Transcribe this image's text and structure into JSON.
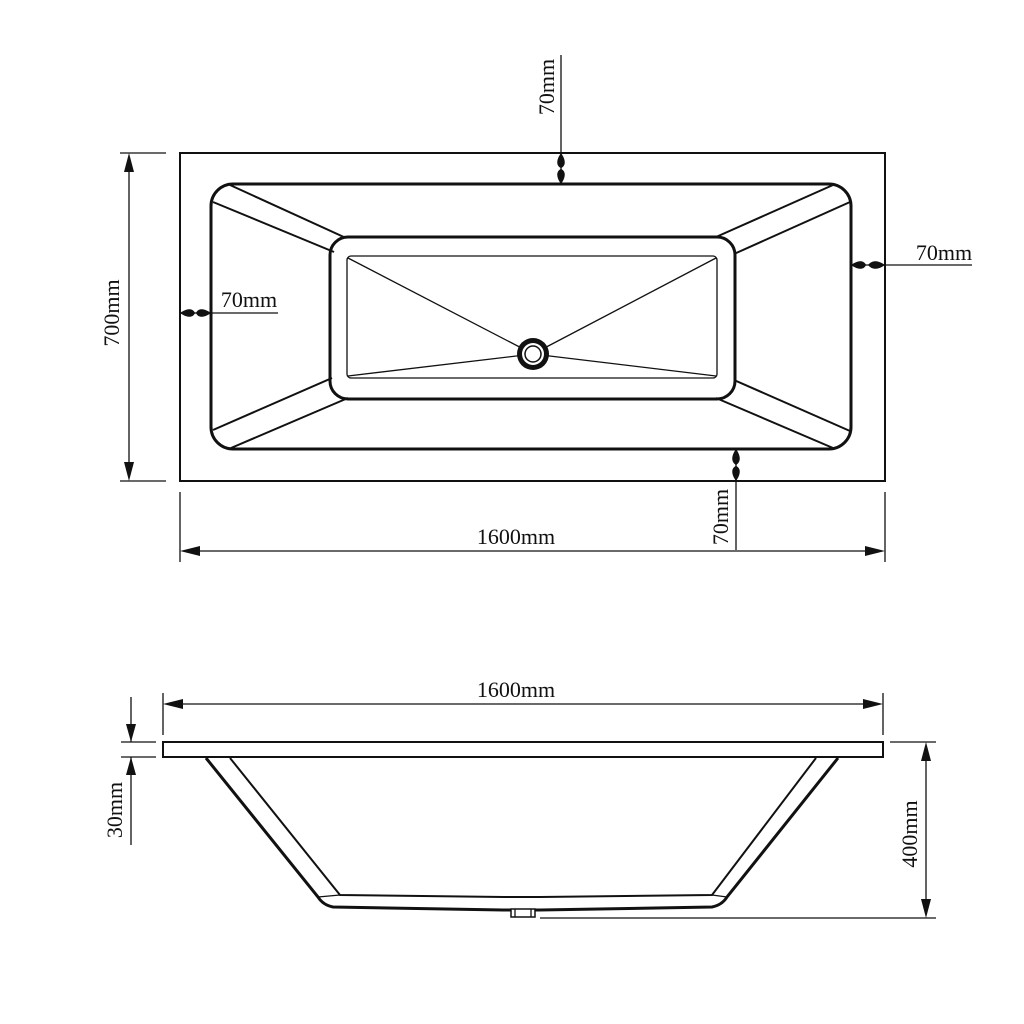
{
  "top_view": {
    "height_label": "700mm",
    "width_label": "1600mm",
    "rim_top_label": "70mm",
    "rim_right_label": "70mm",
    "rim_left_label": "70mm",
    "rim_bottom_label": "70mm"
  },
  "side_view": {
    "length_label": "1600mm",
    "rim_thickness_label": "30mm",
    "depth_label": "400mm"
  }
}
